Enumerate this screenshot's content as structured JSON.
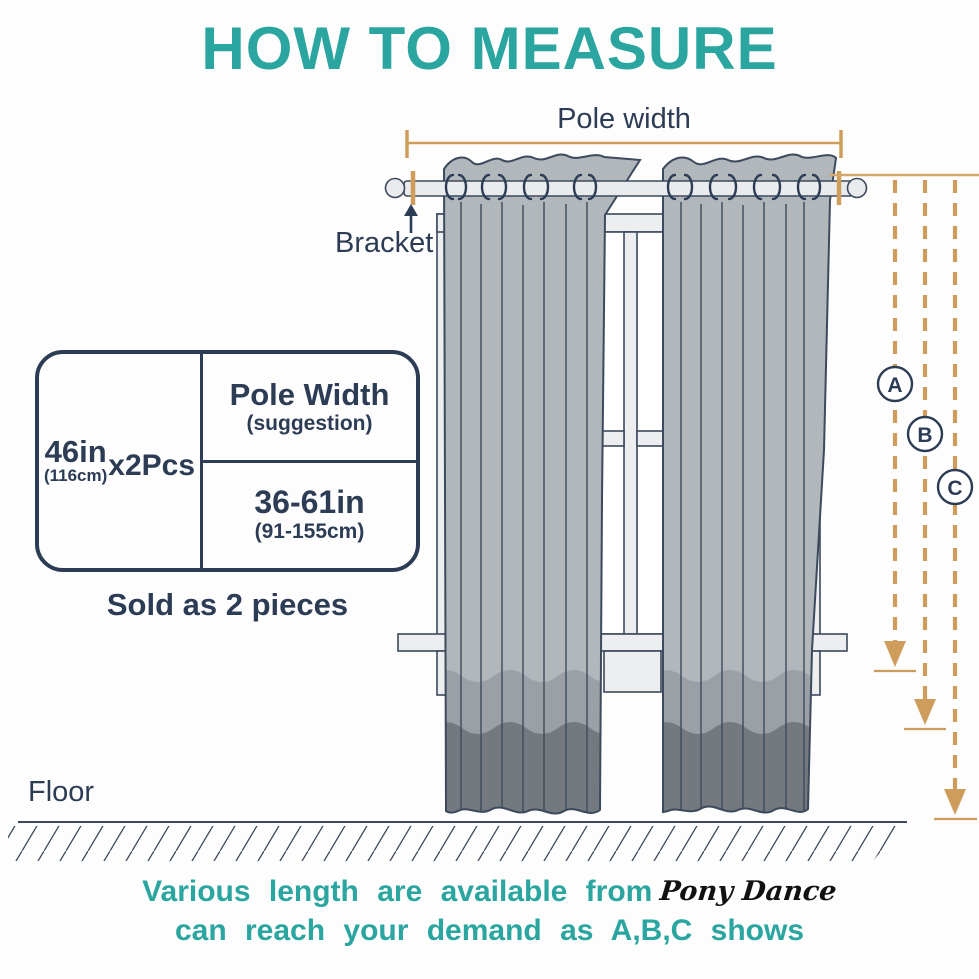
{
  "title": "HOW TO MEASURE",
  "labels": {
    "pole_width": "Pole width",
    "bracket": "Bracket",
    "floor": "Floor"
  },
  "size_table": {
    "panel_width": "46in",
    "panel_width_cm": "(116cm)",
    "pieces": "x2Pcs",
    "col_title": "Pole Width",
    "col_subtitle": "(suggestion)",
    "range": "36-61in",
    "range_cm": "(91-155cm)"
  },
  "sold_note": "Sold as 2 pieces",
  "length_markers": [
    {
      "label": "A"
    },
    {
      "label": "B"
    },
    {
      "label": "C"
    }
  ],
  "footer": {
    "line1": "Various  length  are  available  from",
    "brand": "Pony Dance",
    "line2": "can reach  your  demand  as A,B,C  shows"
  },
  "colors": {
    "accent_teal": "#2AA5A0",
    "text_navy": "#2D3C55",
    "measure_orange": "#CF9D5B",
    "curtain_light": "#B2B7BC",
    "curtain_medium": "#9AA0A6",
    "curtain_dark": "#74797F",
    "frame_gray": "#ECEEF0"
  }
}
